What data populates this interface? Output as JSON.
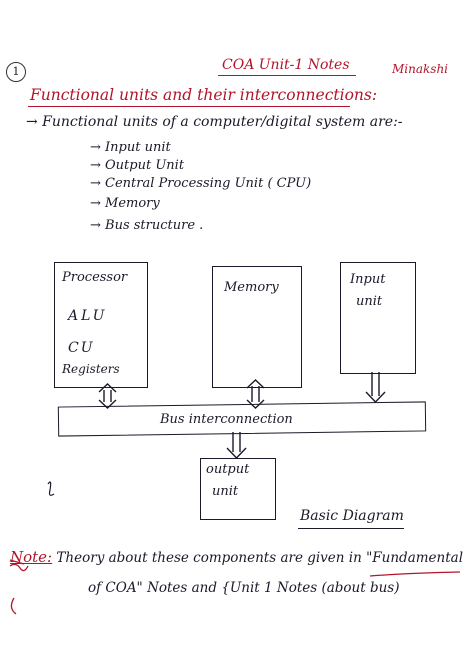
{
  "page_number": "1",
  "header": {
    "title": "COA   Unit-1  Notes",
    "author": "Minakshi"
  },
  "section_title": "Functional units and their interconnections:",
  "intro": "→ Functional units of a computer/digital system are:-",
  "units": [
    "→ Input unit",
    "→ Output Unit",
    "→ Central Processing Unit ( CPU)",
    "→  Memory",
    "→  Bus structure ."
  ],
  "diagram": {
    "processor": {
      "title": "Processor",
      "alu": "ALU",
      "cu": "CU",
      "registers": "Registers"
    },
    "memory": "Memory",
    "input_unit": [
      "Input",
      "unit"
    ],
    "bus": "Bus interconnection",
    "output_unit": [
      "output",
      "unit"
    ],
    "caption": "Basic Diagram"
  },
  "note": {
    "label": "Note:",
    "line1": "Theory about these components are given in \"Fundamental",
    "line2": "of COA\" Notes  and {Unit 1 Notes (about bus)"
  },
  "colors": {
    "ink": "#1a1a2a",
    "red": "#b2152b"
  }
}
